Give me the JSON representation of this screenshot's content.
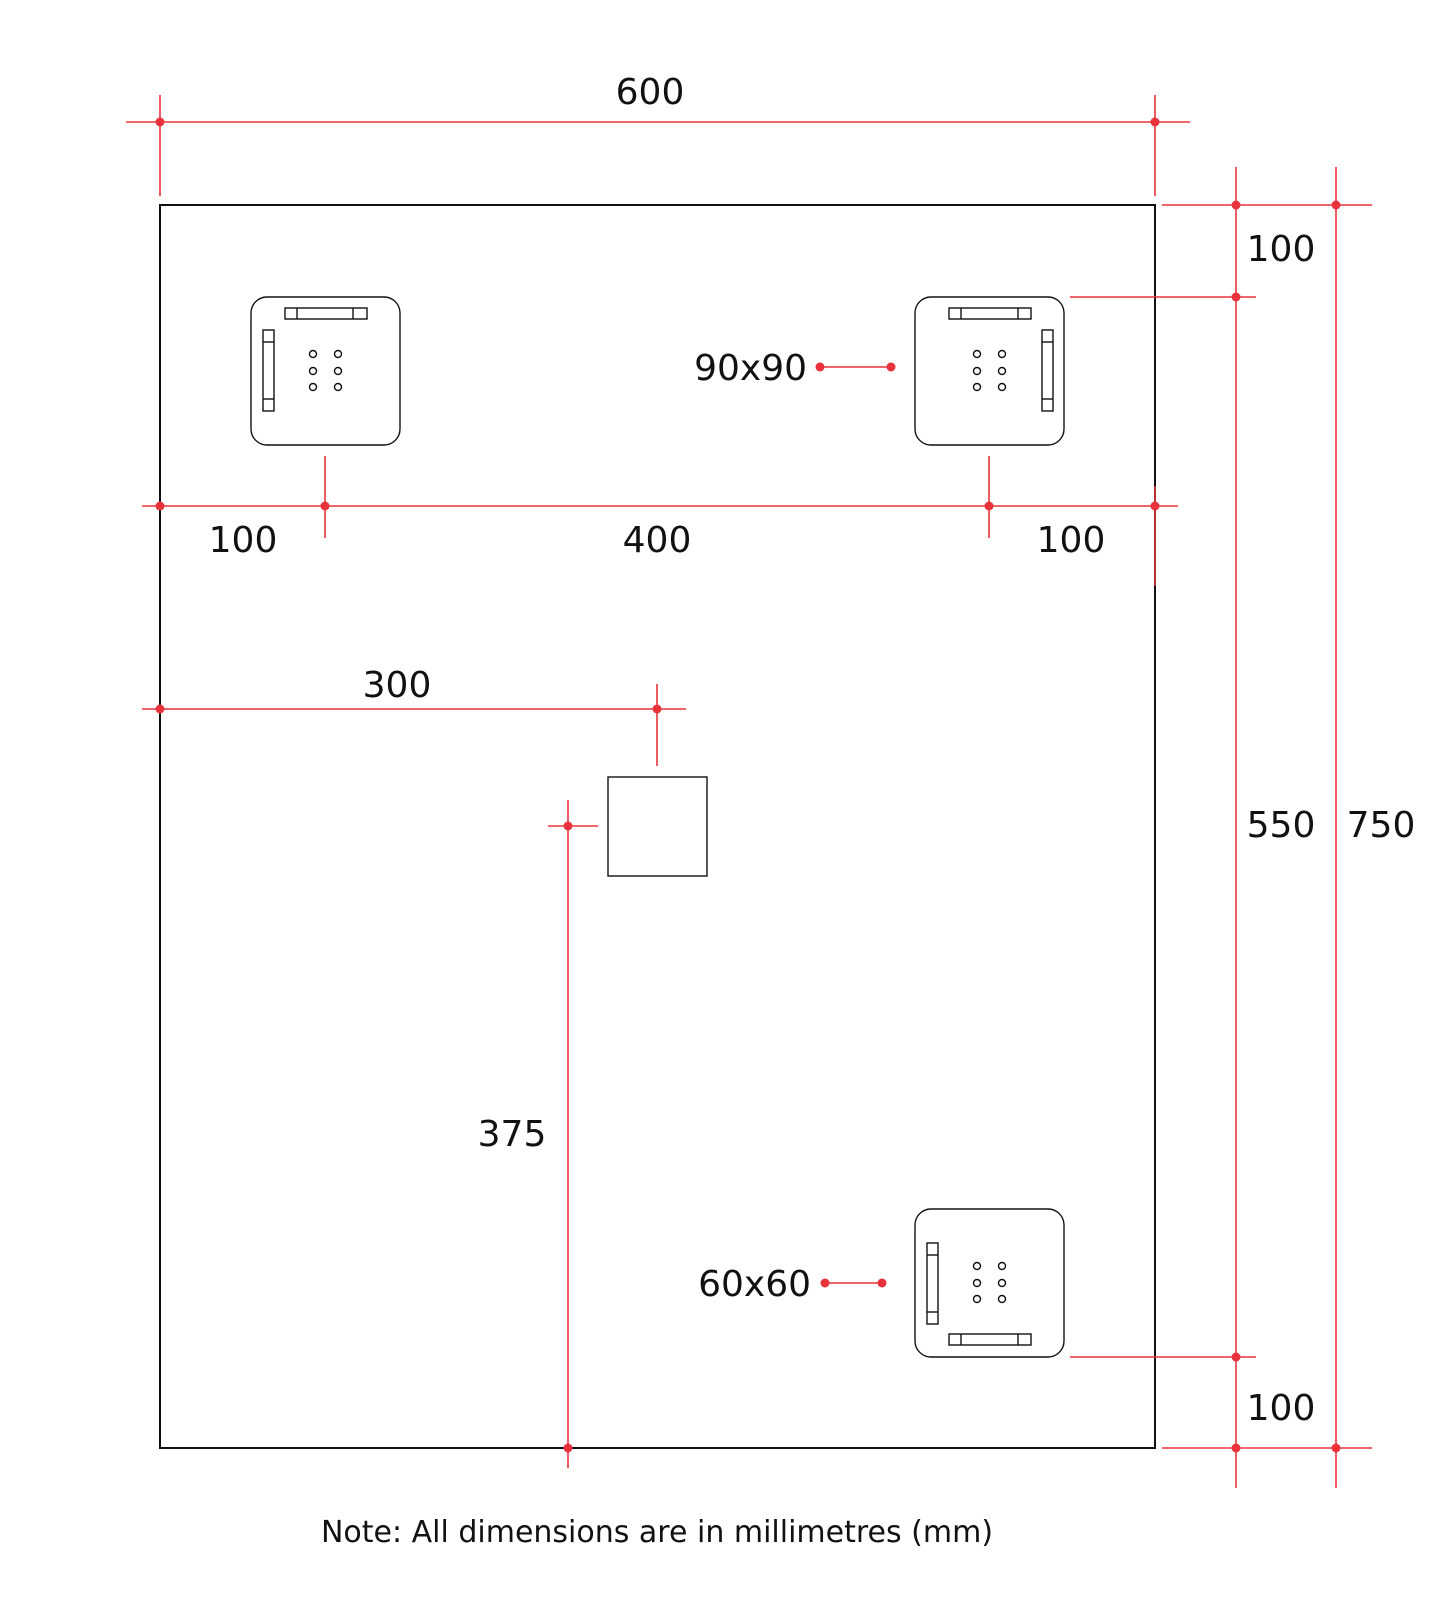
{
  "dimensions": {
    "overall_width": "600",
    "top_offset": "100",
    "left_offset": "100",
    "center_span": "400",
    "right_offset": "100",
    "center_horizontal": "300",
    "center_vertical": "375",
    "bottom_offset": "100",
    "inner_height": "550",
    "overall_height": "750"
  },
  "labels": {
    "large_bracket": "90x90",
    "small_bracket": "60x60"
  },
  "note": "Note: All dimensions are in millimetres (mm)",
  "colors": {
    "dimension_line": "#e8333c",
    "outline": "#111111",
    "background": "#ffffff"
  }
}
